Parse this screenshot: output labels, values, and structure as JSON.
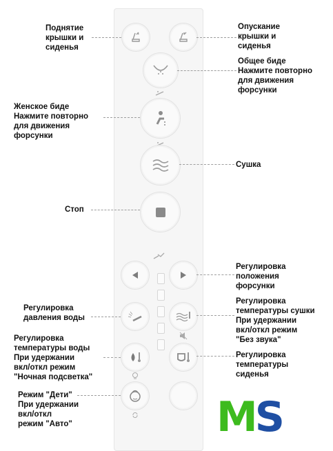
{
  "labels": {
    "lift": "Поднятие\nкрышки и\nсиденья",
    "lower": "Опускание\nкрышки и\nсиденья",
    "bidet_common": "Общее биде\nНажмите повторно\nдля движения\nфорсунки",
    "bidet_female": "Женское биде\nНажмите повторно\nдля движения\nфорсунки",
    "dry": "Сушка",
    "stop": "Стоп",
    "nozzle_pos": "Регулировка\nположения\nфорсунки",
    "water_pressure": "Регулировка\nдавления воды",
    "dry_temp": "Регулировка\nтемпературы сушки\nПри удержании\nвкл/откл режим\n\"Без звука\"",
    "water_temp": "Регулировка\nтемпературы воды\nПри удержании\nвкл/откл режим\n\"Ночная подсветка\"",
    "seat_temp": "Регулировка\nтемпературы\nсиденья",
    "kids": "Режим \"Дети\"\nПри удержании\nвкл/откл\nрежим \"Авто\""
  },
  "logo": {
    "text_m": "M",
    "text_s": "S",
    "color_m": "#3dbb1e",
    "color_s": "#1f4fa3"
  },
  "icons": {
    "lift": "lid-up-icon",
    "lower": "lid-down-icon",
    "bidet_common": "bidet-spray-icon",
    "bidet_female": "female-bidet-icon",
    "dry": "dry-waves-icon",
    "stop": "stop-square-icon",
    "left": "arrow-left-icon",
    "right": "arrow-right-icon",
    "pressure": "pressure-icon",
    "dry_temp": "dry-temp-icon",
    "water_temp": "water-temp-icon",
    "seat_temp": "seat-temp-icon",
    "kids": "kids-face-icon"
  }
}
